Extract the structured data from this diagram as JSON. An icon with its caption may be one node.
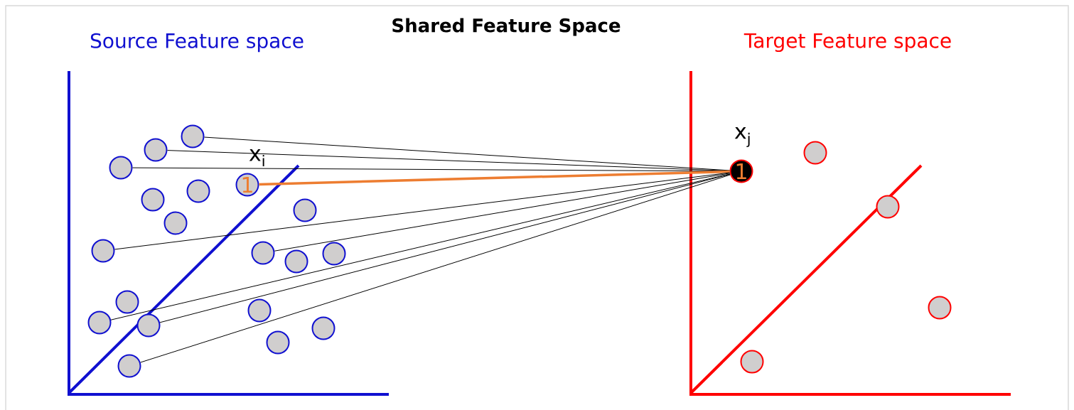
{
  "diagram": {
    "title": "Shared Feature Space",
    "nodes": [
      {
        "text": [],
        "shape": "circle"
      },
      {
        "text": [],
        "shape": "circle"
      },
      {
        "text": [],
        "shape": "circle"
      },
      {
        "text": [
          "1"
        ],
        "beside": [
          "x$_{i}$"
        ]
      },
      {
        "text": [],
        "shape": "circle"
      },
      {
        "text": [],
        "shape": "circle"
      },
      {
        "text": [],
        "shape": "circle"
      },
      {
        "text": [],
        "shape": "circle"
      },
      {
        "text": [],
        "shape": "circle"
      },
      {
        "text": [],
        "shape": "circle"
      },
      {
        "text": [],
        "shape": "circle"
      },
      {
        "text": [],
        "shape": "circle"
      },
      {
        "text": [],
        "shape": "circle"
      },
      {
        "text": [],
        "shape": "circle"
      },
      {
        "text": [],
        "shape": "circle"
      },
      {
        "text": [],
        "shape": "circle"
      },
      {
        "text": [],
        "shape": "circle"
      },
      {
        "text": [],
        "shape": "circle"
      },
      {
        "text": [],
        "shape": "circle"
      },
      {
        "text": [
          "1"
        ],
        "beside": [
          "x$_{j}$"
        ]
      },
      {
        "text": [],
        "shape": "circle"
      },
      {
        "text": [],
        "shape": "circle"
      },
      {
        "text": [],
        "shape": "circle"
      },
      {
        "text": [],
        "shape": "circle"
      }
    ],
    "edges": [
      {
        "from": 0,
        "to": 19,
        "arrow": "none"
      },
      {
        "from": 1,
        "to": 19,
        "arrow": "none"
      },
      {
        "from": 2,
        "to": 19,
        "arrow": "none"
      },
      {
        "from": 3,
        "to": 19,
        "arrow": "none",
        "style": "thick",
        "color": "#ed7d31"
      },
      {
        "from": 7,
        "to": 19,
        "arrow": "none"
      },
      {
        "from": 9,
        "to": 19,
        "arrow": "none"
      },
      {
        "from": 13,
        "to": 19,
        "arrow": "none"
      },
      {
        "from": 15,
        "to": 19,
        "arrow": "none"
      },
      {
        "from": 18,
        "to": 19,
        "arrow": "none"
      }
    ],
    "labels": [
      "Source Feature space",
      "Target Feature space"
    ]
  }
}
